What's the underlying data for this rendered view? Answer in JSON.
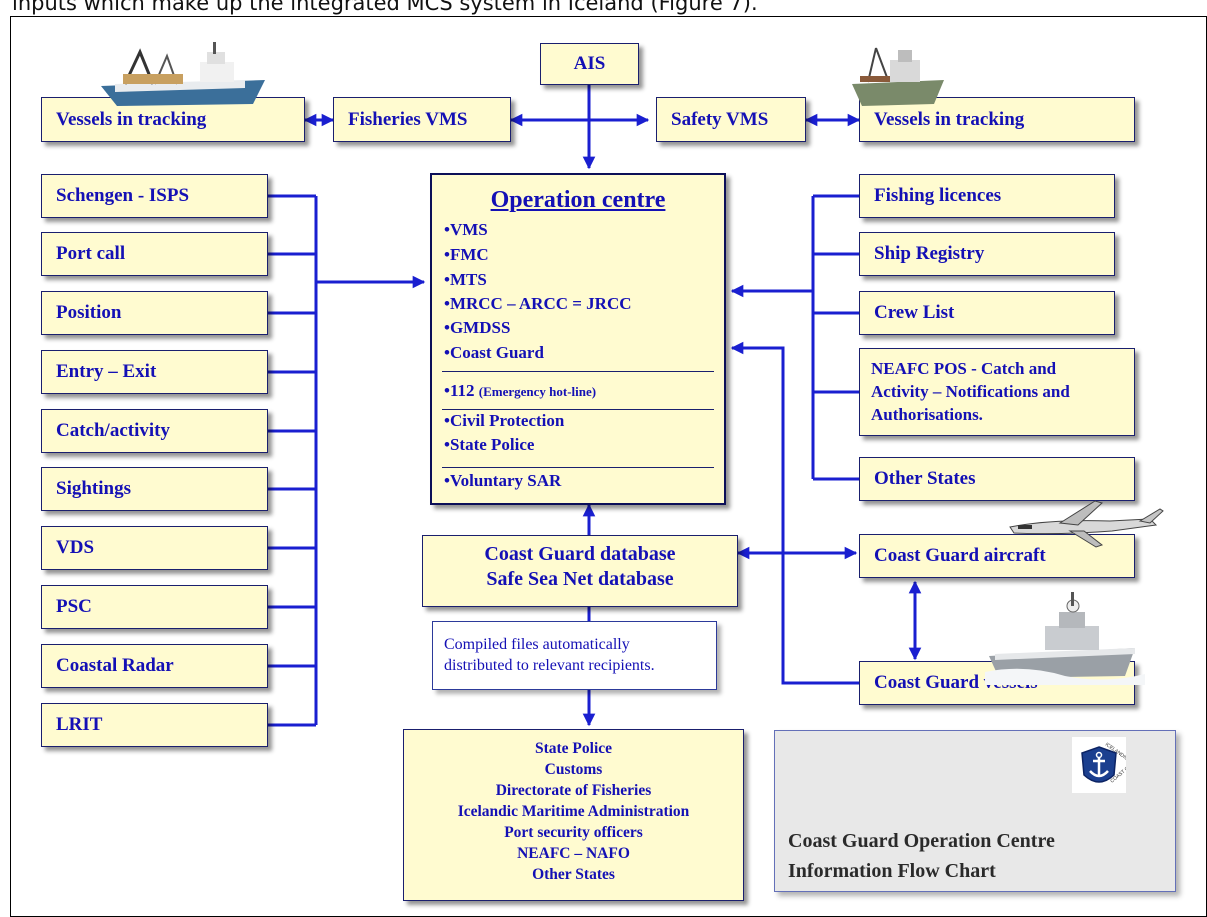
{
  "caption": "inputs which make up the integrated MCS system in Iceland (Figure 7).",
  "top": {
    "ais": "AIS",
    "fisheries_vms": "Fisheries VMS",
    "safety_vms": "Safety VMS",
    "vessels_left": "Vessels in tracking",
    "vessels_right": "Vessels in tracking"
  },
  "left_inputs": [
    "Schengen - ISPS",
    "Port call",
    "Position",
    "Entry – Exit",
    "Catch/activity",
    "Sightings",
    "VDS",
    "PSC",
    "Coastal Radar",
    "LRIT"
  ],
  "operation_centre": {
    "title": "Operation centre",
    "items": [
      "•VMS",
      "•FMC",
      "•MTS",
      "•MRCC – ARCC = JRCC",
      "•GMDSS",
      "•Coast Guard"
    ],
    "hotline_main": "•112",
    "hotline_note": "(Emergency hot-line)",
    "items2": [
      "•Civil Protection",
      "•State Police"
    ],
    "items3": [
      "•Voluntary SAR"
    ]
  },
  "right_inputs": {
    "fishing_licences": "Fishing licences",
    "ship_registry": "Ship Registry",
    "crew_list": "Crew List",
    "neafc_lines": [
      "NEAFC POS - Catch and",
      "Activity – Notifications and",
      "Authorisations."
    ],
    "other_states": "Other States"
  },
  "database": {
    "line1": "Coast Guard database",
    "line2": "Safe Sea Net database"
  },
  "aircraft": "Coast Guard aircraft",
  "vessels": "Coast Guard vessels",
  "compiled": [
    "Compiled files automatically",
    "distributed to relevant recipients."
  ],
  "recipients": [
    "State Police",
    "Customs",
    "Directorate of Fisheries",
    "Icelandic Maritime Administration",
    "Port security officers",
    "NEAFC – NAFO",
    "Other States"
  ],
  "legend": {
    "line1": "Coast Guard Operation Centre",
    "line2": "Information Flow Chart"
  },
  "logo_text": {
    "top": "ICELANDIC",
    "bottom": "COAST GUARD"
  },
  "colors": {
    "box_fill": "#fffbd0",
    "text_blue": "#1410b5",
    "connector": "#1a1fd0",
    "frame": "#000000"
  }
}
